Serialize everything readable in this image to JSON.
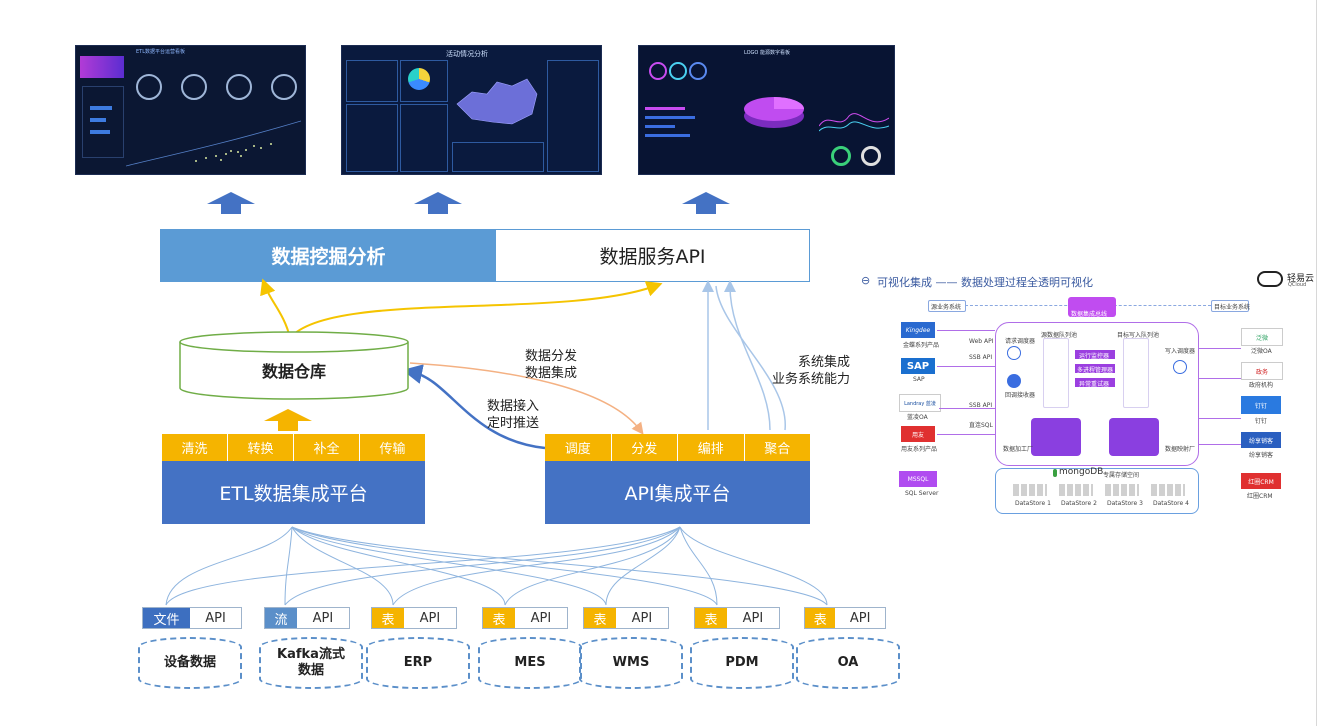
{
  "dashboards": [
    {
      "title": "ETL数据平台运营看板"
    },
    {
      "title": "活动情况分析"
    },
    {
      "title": "LOGO 能源数字看板"
    }
  ],
  "top_bar": {
    "left": "数据挖掘分析",
    "right": "数据服务API"
  },
  "warehouse": {
    "label": "数据仓库"
  },
  "labels": {
    "distribution": "数据分发\n数据集成",
    "ingest": "数据接入\n定时推送",
    "system": "系统集成\n业务系统能力"
  },
  "etl": {
    "title": "ETL数据集成平台",
    "ops": [
      "清洗",
      "转换",
      "补全",
      "传输"
    ]
  },
  "api": {
    "title": "API集成平台",
    "ops": [
      "调度",
      "分发",
      "编排",
      "聚合"
    ]
  },
  "sources": [
    {
      "tag": "文件",
      "api": "API",
      "name": "设备数据",
      "tag_color": "#3d6fc0"
    },
    {
      "tag": "流",
      "api": "API",
      "name": "Kafka流式\n数据",
      "tag_color": "#5b8fc9"
    },
    {
      "tag": "表",
      "api": "API",
      "name": "ERP",
      "tag_color": "#f5b400"
    },
    {
      "tag": "表",
      "api": "API",
      "name": "MES",
      "tag_color": "#f5b400"
    },
    {
      "tag": "表",
      "api": "API",
      "name": "WMS",
      "tag_color": "#f5b400"
    },
    {
      "tag": "表",
      "api": "API",
      "name": "PDM",
      "tag_color": "#f5b400"
    },
    {
      "tag": "表",
      "api": "API",
      "name": "OA",
      "tag_color": "#f5b400"
    }
  ],
  "panel": {
    "heading": "可视化集成 —— 数据处理过程全透明可视化",
    "brand": "轻易云",
    "brand_sub": "QCloud",
    "center": "数据集成总线",
    "left_top": "源业务系统",
    "right_top": "目标业务系统",
    "left_systems": [
      {
        "logo": "Kingdee",
        "name": "金蝶系列产品"
      },
      {
        "logo": "SAP",
        "name": "SAP"
      },
      {
        "logo": "Landray 蓝凌",
        "name": "蓝凌OA"
      },
      {
        "logo": "用友",
        "name": "用友系列产品"
      },
      {
        "logo": "MSSQL",
        "name": "SQL Server"
      }
    ],
    "right_systems": [
      {
        "logo": "泛微",
        "name": "泛微OA"
      },
      {
        "logo": "政务",
        "name": "政府机构"
      },
      {
        "logo": "钉钉",
        "name": "钉钉"
      },
      {
        "logo": "纷享销客",
        "name": "纷享销客"
      },
      {
        "logo": "红圈CRM",
        "name": "红圈CRM"
      }
    ],
    "link_labels": [
      "Web API",
      "SSB API",
      "SSB API",
      "直连SQL"
    ],
    "queues": [
      "源数据队列池",
      "目标写入队列池"
    ],
    "actions": [
      "运行监控器",
      "多进程管理器",
      "异常重试器"
    ],
    "nodes": [
      "请求调度器",
      "回调接收器",
      "写入调度器",
      "数据加工厂",
      "数据映射厂"
    ],
    "mongo": "mongoDB",
    "storage": "专属存储空间",
    "stores": [
      "DataStore 1",
      "DataStore 2",
      "DataStore 3",
      "DataStore 4"
    ]
  },
  "colors": {
    "bar_blue": "#5b9bd5",
    "platform_blue": "#4472c4",
    "ops_yellow": "#f5b400",
    "arrow_orange": "#f4b183",
    "arrow_yellow": "#f5c400"
  }
}
